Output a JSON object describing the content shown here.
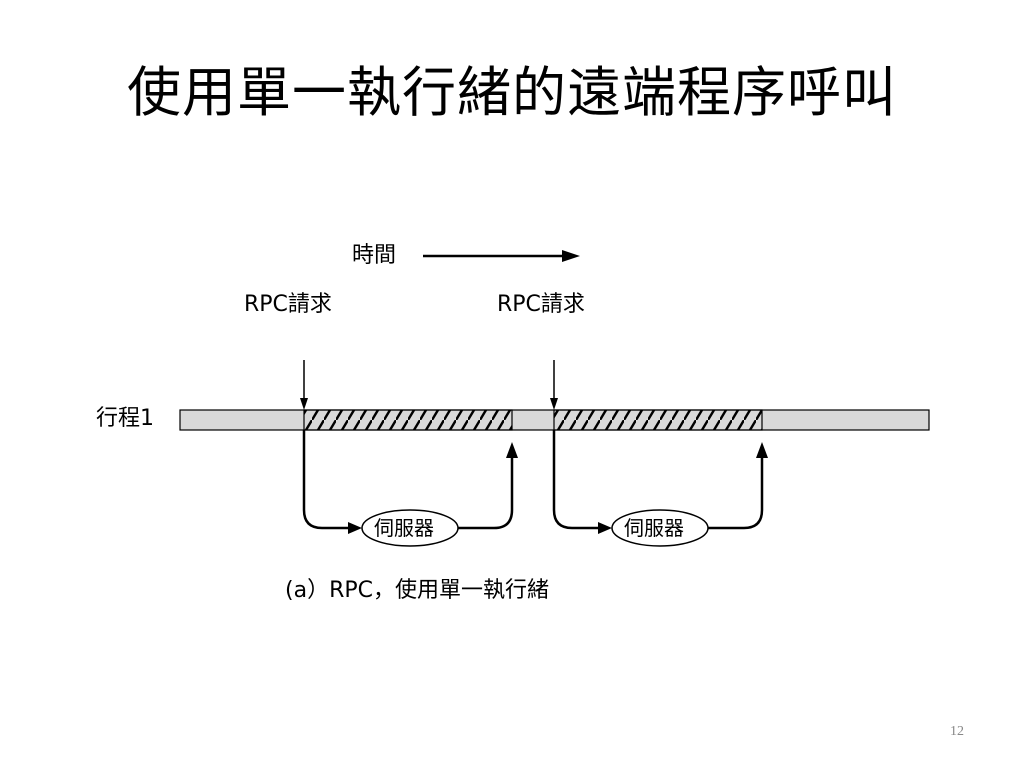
{
  "slide": {
    "title": "使用單一執行緒的遠端程序呼叫",
    "page_number": "12"
  },
  "diagram": {
    "time_label": "時間",
    "rpc_request_labels": [
      "RPC請求",
      "RPC請求"
    ],
    "process_label": "行程1",
    "server_labels": [
      "伺服器",
      "伺服器"
    ],
    "caption": "(a）RPC，使用單一執行緒",
    "colors": {
      "bar_fill": "#d9d9d9",
      "stroke": "#000000",
      "hatch": "#000000"
    }
  }
}
